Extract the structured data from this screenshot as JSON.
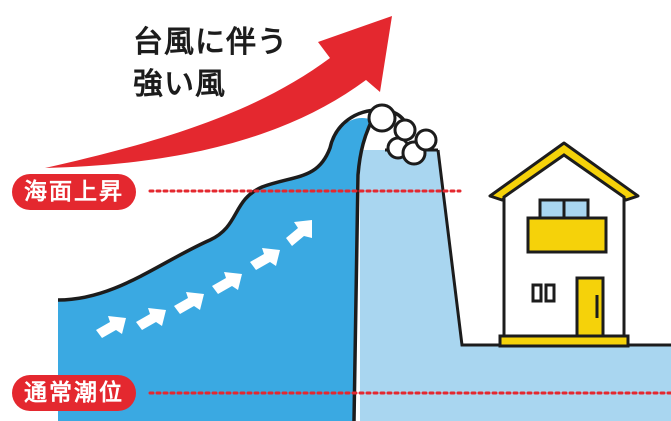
{
  "wind": {
    "line1": "台風に伴う",
    "line2": "強い風"
  },
  "labels": {
    "sea_level_rise": "海面上昇",
    "normal_tide": "通常潮位"
  },
  "colors": {
    "arrow_red": "#e4282f",
    "wave_blue": "#3aa9e2",
    "surge_light_blue": "#a9d6f0",
    "house_yellow": "#f5d20a",
    "outline": "#1c1c1c",
    "dotted_line_red": "#e4282f"
  },
  "icons": [
    "wind-arrow-icon",
    "wave-crest-icon",
    "house-icon",
    "current-arrow-icon"
  ]
}
